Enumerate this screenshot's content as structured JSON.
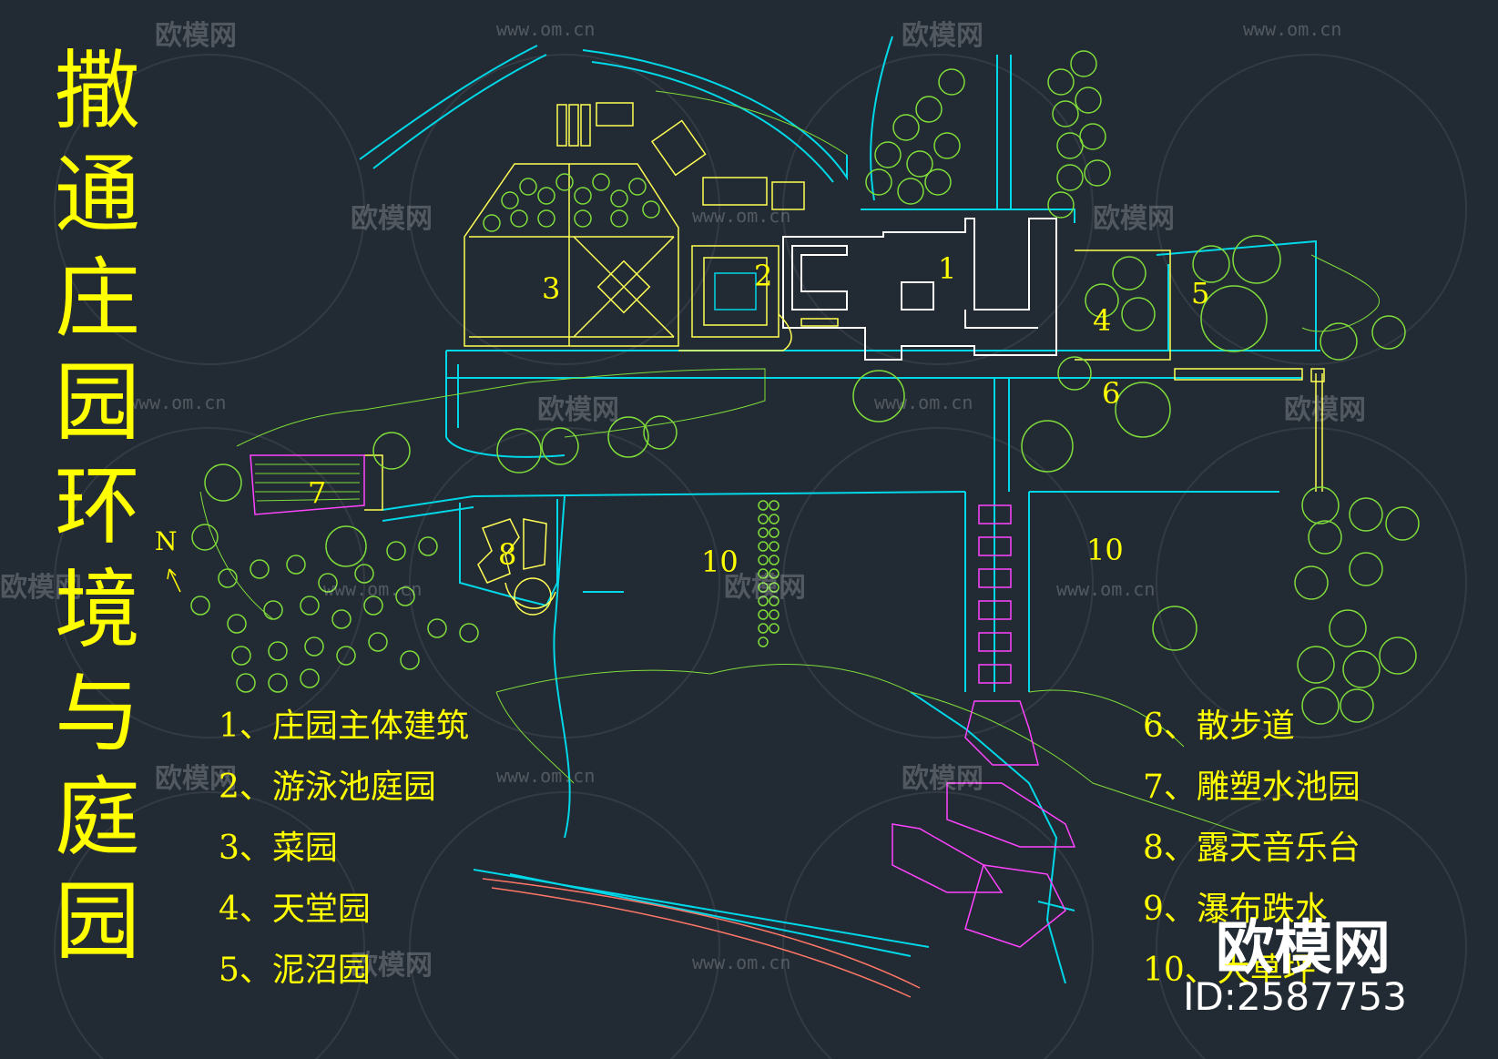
{
  "title_chars": [
    "撒",
    "通",
    "庄",
    "园",
    "环",
    "境",
    "与",
    "庭",
    "园"
  ],
  "legend_left": [
    "1、庄园主体建筑",
    "2、游泳池庭园",
    "3、菜园",
    "4、天堂园",
    "5、泥沼园"
  ],
  "legend_right": [
    "6、散步道",
    "7、雕塑水池园",
    "8、露天音乐台",
    "9、瀑布跌水",
    "10、大草坪"
  ],
  "zone_labels": [
    "1",
    "2",
    "3",
    "4",
    "5",
    "6",
    "7",
    "8",
    "10",
    "10"
  ],
  "north_label": "N",
  "watermark_text": "欧模网",
  "watermark_url": "www.om.cn",
  "brand": "欧模网",
  "id_label": "ID:2587753",
  "colors": {
    "background": "#222a33",
    "text": "#ffff00",
    "paths": "#00d8e8",
    "trees": "#7fdc3a",
    "buildings": "#ffffff",
    "structures": "#ffff55",
    "water": "#ff44ff"
  }
}
